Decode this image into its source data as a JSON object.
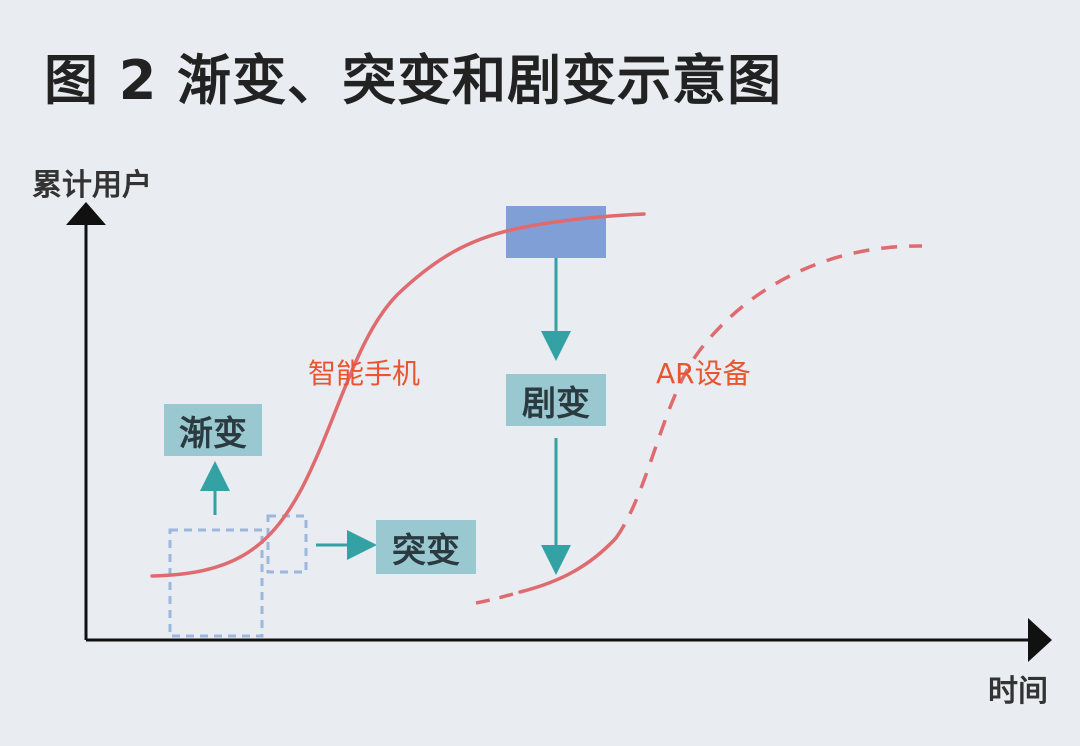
{
  "title": "图 2  渐变、突变和剧变示意图",
  "axes": {
    "y_label": "累计用户",
    "x_label": "时间"
  },
  "labels": {
    "gradual": "渐变",
    "sudden": "突变",
    "radical": "剧变",
    "smartphone": "智能手机",
    "ar_device": "AR设备"
  },
  "colors": {
    "background": "#e9ecf1",
    "curve": "#e06b6f",
    "arrow": "#34a2a4",
    "label_box": "#9ac8d0",
    "highlight_box": "#7f9fd6",
    "dashed_box": "#9bb7de",
    "axis": "#111111"
  }
}
